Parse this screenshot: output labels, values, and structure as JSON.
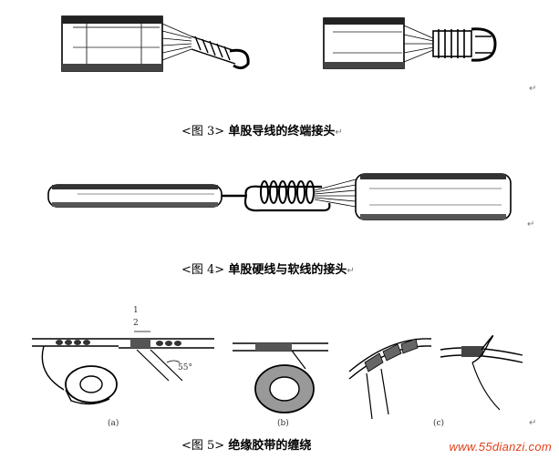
{
  "figures": [
    {
      "caption_prefix": "<图 3>",
      "caption_title": "单股导线的终端接头"
    },
    {
      "caption_prefix": "<图 4>",
      "caption_title": "单股硬线与软线的接头"
    },
    {
      "caption_prefix": "<图 5>",
      "caption_title": "绝缘胶带的缠绕"
    }
  ],
  "fig5": {
    "sub_labels": [
      "(a)",
      "(b)",
      "(c)"
    ],
    "fraction_num": "1",
    "fraction_den": "2",
    "angle_label": "55°"
  },
  "paragraph_mark": "↵",
  "watermark": "www.55dianzi.com"
}
